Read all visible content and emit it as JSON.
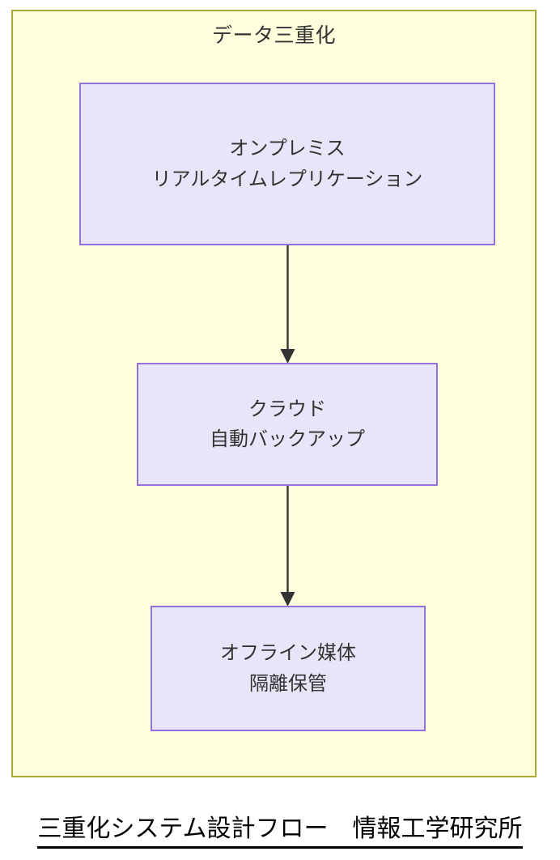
{
  "diagram": {
    "type": "flowchart",
    "direction": "top-to-bottom",
    "container": {
      "title": "データ三重化",
      "background_color": "#FFFFDD",
      "border_color": "#AAAA33"
    },
    "node_style": {
      "fill_color": "#E6E6F8",
      "border_color": "#9370DB",
      "text_color": "#333333"
    },
    "edge_style": {
      "color": "#333333",
      "arrowhead": "filled-triangle"
    },
    "nodes": [
      {
        "id": "onprem",
        "label": "オンプレミス\nリアルタイムレプリケーション",
        "order": 1
      },
      {
        "id": "cloud",
        "label": "クラウド\n自動バックアップ",
        "order": 2
      },
      {
        "id": "offline",
        "label": "オフライン媒体\n隔離保管",
        "order": 3
      }
    ],
    "edges": [
      {
        "from": "onprem",
        "to": "cloud"
      },
      {
        "from": "cloud",
        "to": "offline"
      }
    ],
    "caption": "三重化システム設計フロー　情報工学研究所"
  }
}
